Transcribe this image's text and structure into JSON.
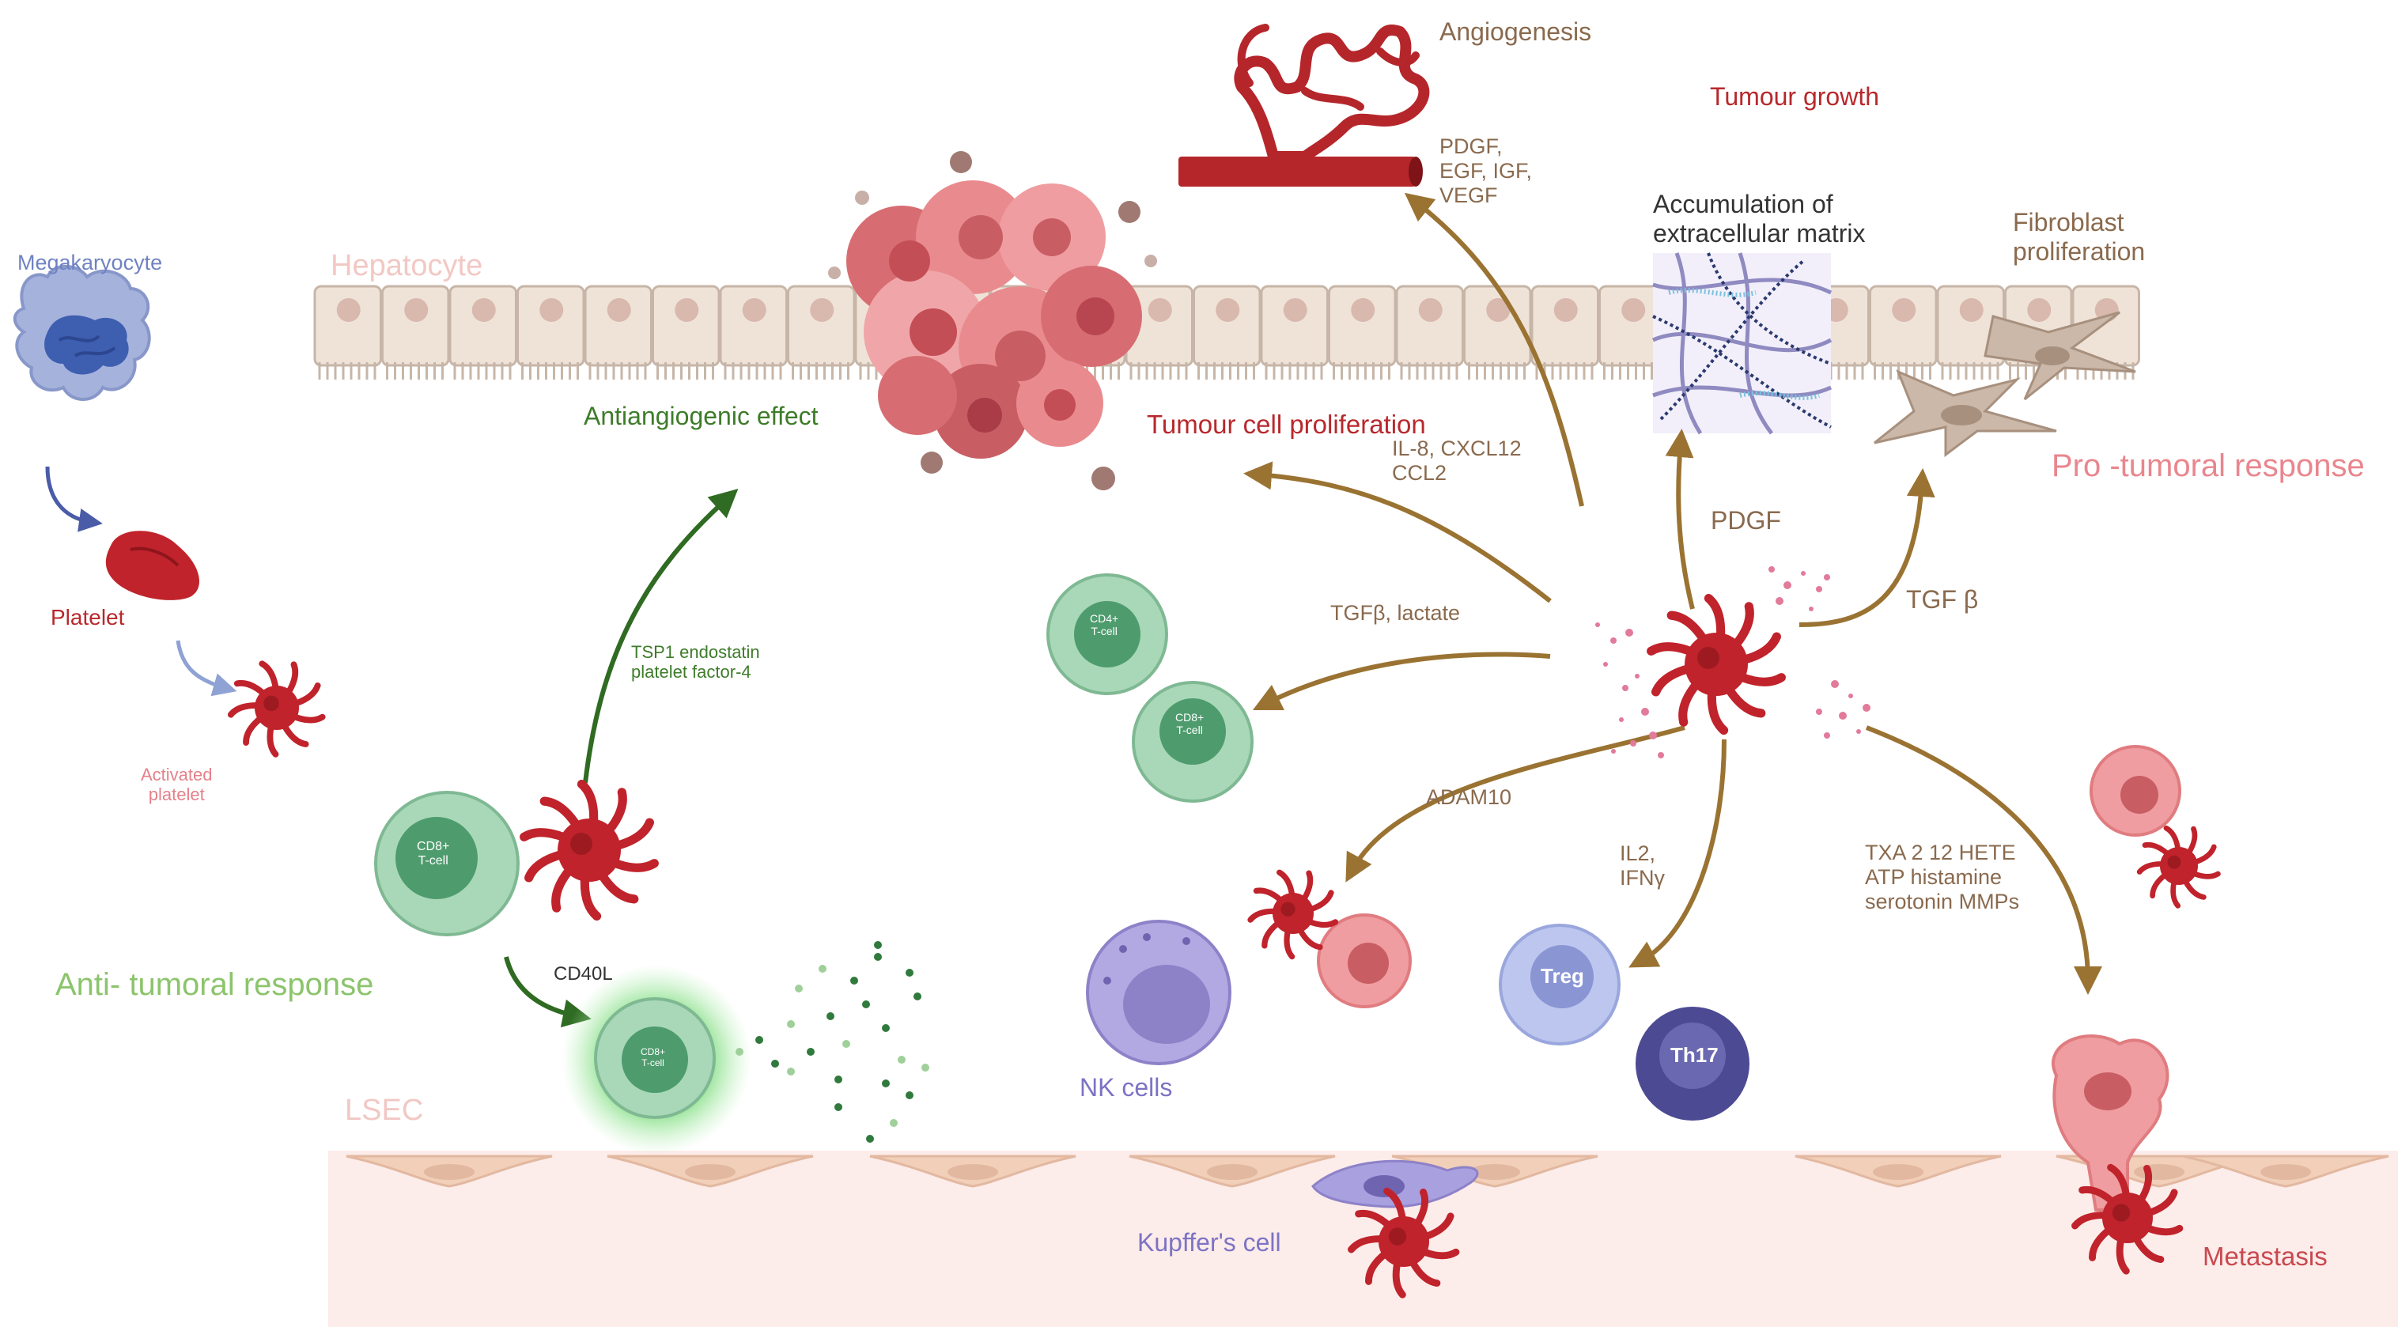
{
  "labels": {
    "angiogenesis": "Angiogenesis",
    "tumour_growth": "Tumour growth",
    "growth_factors": "PDGF,\nEGF, IGF,\nVEGF",
    "accumulation": "Accumulation of\nextracellular matrix",
    "fibroblast": "Fibroblast\nproliferation",
    "hepatocyte": "Hepatocyte",
    "megakaryocyte": "Megakaryocyte",
    "platelet": "Platelet",
    "activated_platelet": "Activated\nplatelet",
    "antiangiogenic": "Antiangiogenic effect",
    "tumour_prolif": "Tumour cell proliferation",
    "il8": "IL-8, CXCL12\nCCL2",
    "pro_tumoral": "Pro -tumoral response",
    "pdgf": "PDGF",
    "tgf_beta": "TGF β",
    "tsp1": "TSP1 endostatin\nplatelet factor-4",
    "tgfb_lactate": "TGFβ, lactate",
    "cd4": "CD4+\nT-cell",
    "cd8": "CD8+\nT-cell",
    "adam10": "ADAM10",
    "il2": "IL2,\nIFNγ",
    "txa2": "TXA 2 12 HETE\nATP histamine\nserotonin MMPs",
    "cd40l": "CD40L",
    "anti_tumoral": "Anti- tumoral response",
    "nk": "NK cells",
    "treg": "Treg",
    "th17": "Th17",
    "lsec": "LSEC",
    "kupffer": "Kupffer's cell",
    "metastasis": "Metastasis"
  },
  "colors": {
    "brown_arrow": "#9a7332",
    "green_arrow": "#2f6b22",
    "platelet_red": "#c0232b",
    "tumour_pink": "#e98b8e",
    "hepatocyte": "#efe3d8",
    "lsec_band": "#fcecea",
    "tcell_green": "#8cc8a0",
    "nk_purple": "#9e94d8",
    "treg_blue": "#9aa7dd",
    "th17_navy": "#4c4a92"
  }
}
